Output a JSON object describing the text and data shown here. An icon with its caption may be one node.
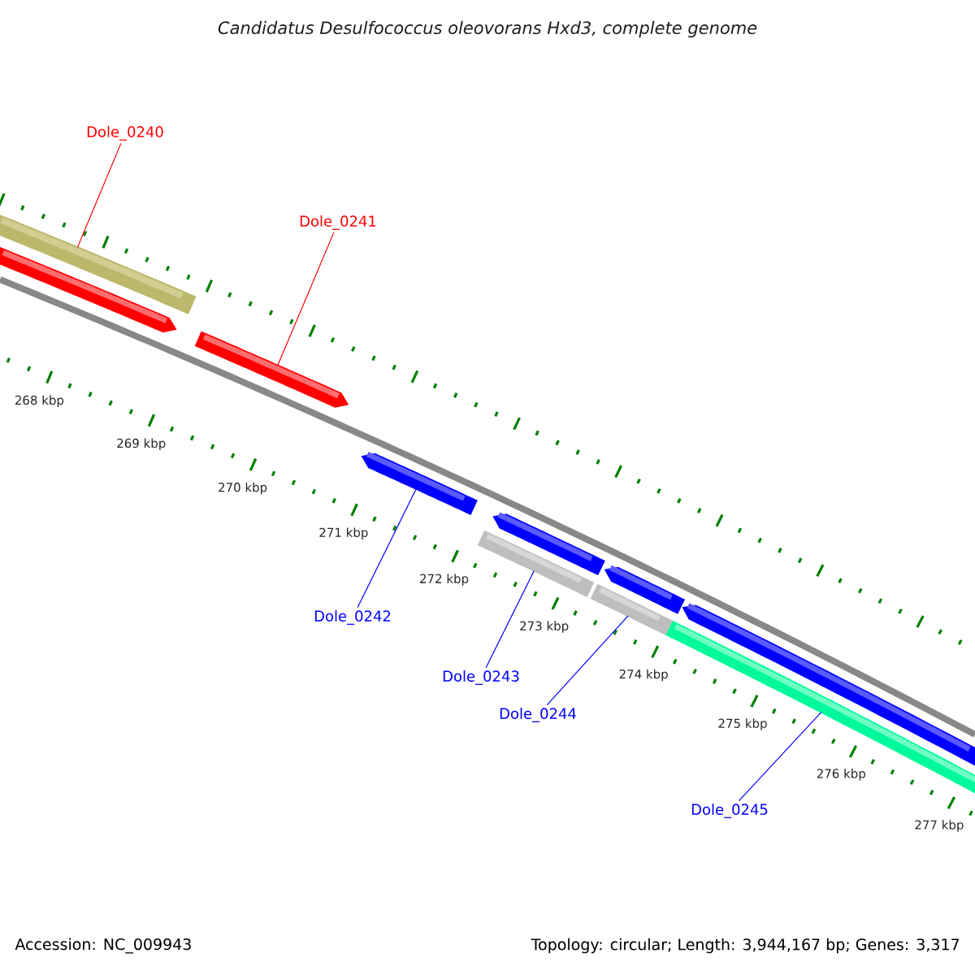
{
  "diagram": {
    "title": "Candidatus Desulfococcus oleovorans Hxd3, complete genome",
    "nodes": [
      {
        "text": [
          "Dole_0240"
        ]
      },
      {
        "text": [
          "Dole_0241"
        ]
      },
      {
        "text": [
          "Dole_0242"
        ]
      },
      {
        "text": [
          "Dole_0243"
        ]
      },
      {
        "text": [
          "Dole_0244"
        ]
      },
      {
        "text": [
          "Dole_0245"
        ]
      },
      {
        "text": [],
        "shape": "bar"
      },
      {
        "text": [],
        "shape": "bar"
      },
      {
        "text": [],
        "shape": "bar"
      },
      {
        "text": [],
        "shape": "bar"
      },
      {
        "text": [],
        "shape": "bar"
      },
      {
        "text": [],
        "shape": "bar"
      },
      {
        "text": [],
        "shape": "bar"
      },
      {
        "text": [],
        "shape": "bar"
      },
      {
        "text": [],
        "shape": "bar"
      },
      {
        "text": [],
        "shape": "bar"
      }
    ],
    "edges": [
      {
        "from": 0,
        "to": 6,
        "arrow": "none",
        "color": "#ff0000"
      },
      {
        "from": 1,
        "to": 8,
        "arrow": "none",
        "color": "#ff0000"
      },
      {
        "from": 2,
        "to": 9,
        "arrow": "none",
        "color": "#0000ff"
      },
      {
        "from": 3,
        "to": 13,
        "arrow": "none",
        "color": "#0000ff"
      },
      {
        "from": 4,
        "to": 14,
        "arrow": "none",
        "color": "#0000ff"
      },
      {
        "from": 5,
        "to": 15,
        "arrow": "none",
        "color": "#0000ff"
      }
    ],
    "labels": [
      "268 kbp",
      "269 kbp",
      "270 kbp",
      "271 kbp",
      "272 kbp",
      "273 kbp",
      "274 kbp",
      "275 kbp",
      "276 kbp",
      "277 kbp",
      "Accession: NC_009943",
      "Topology: circular; Length: 3,944,167 bp; Genes: 3,317"
    ]
  }
}
